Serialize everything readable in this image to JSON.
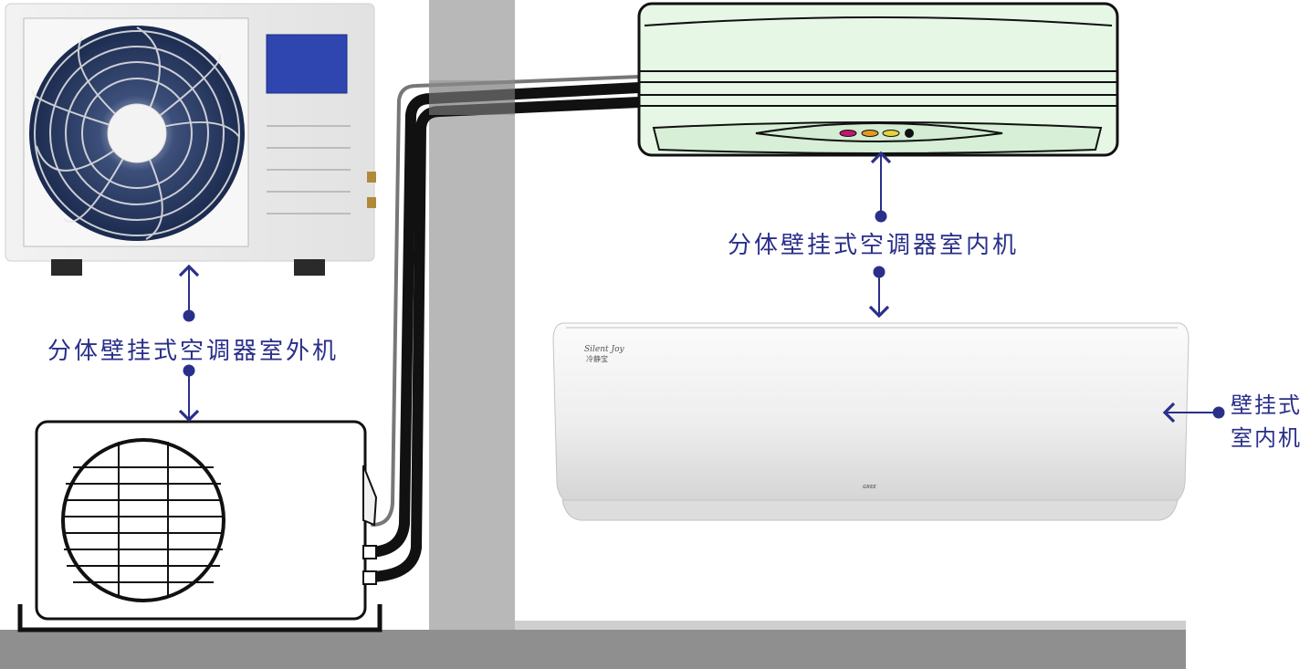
{
  "labels": {
    "outdoor_unit": "分体壁挂式空调器室外机",
    "indoor_unit": "分体壁挂式空调器室内机",
    "wall_mounted_line1": "壁挂式",
    "wall_mounted_line2": "室内机"
  },
  "product_text": {
    "brand_script": "Silent Joy",
    "brand_cn": "冷静宝",
    "maker": "GREE"
  },
  "colors": {
    "accent": "#2a2f8a",
    "wall": "#b8b8b8",
    "floor": "#8f8f8f",
    "indoor_unit_fill": "#e6f7e6",
    "pipe": "#111111"
  }
}
